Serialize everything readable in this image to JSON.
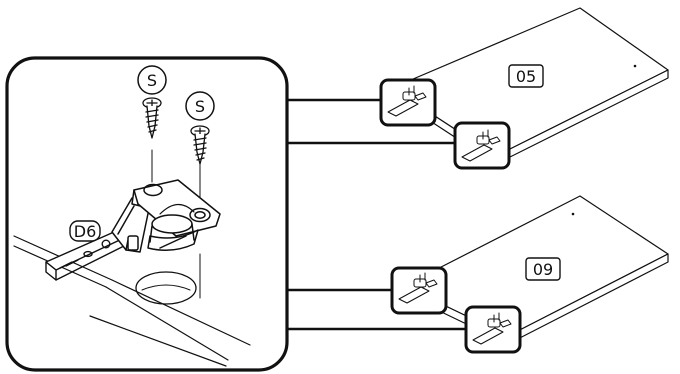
{
  "labels": {
    "screw_callout_left": "S",
    "screw_callout_right": "S",
    "hinge_part": "D6",
    "panel_top": "05",
    "panel_bottom": "09"
  },
  "colors": {
    "ink": "#111111",
    "background": "#ffffff"
  },
  "icons": [
    "screw-icon",
    "hinge-icon",
    "drill-hole-icon"
  ]
}
